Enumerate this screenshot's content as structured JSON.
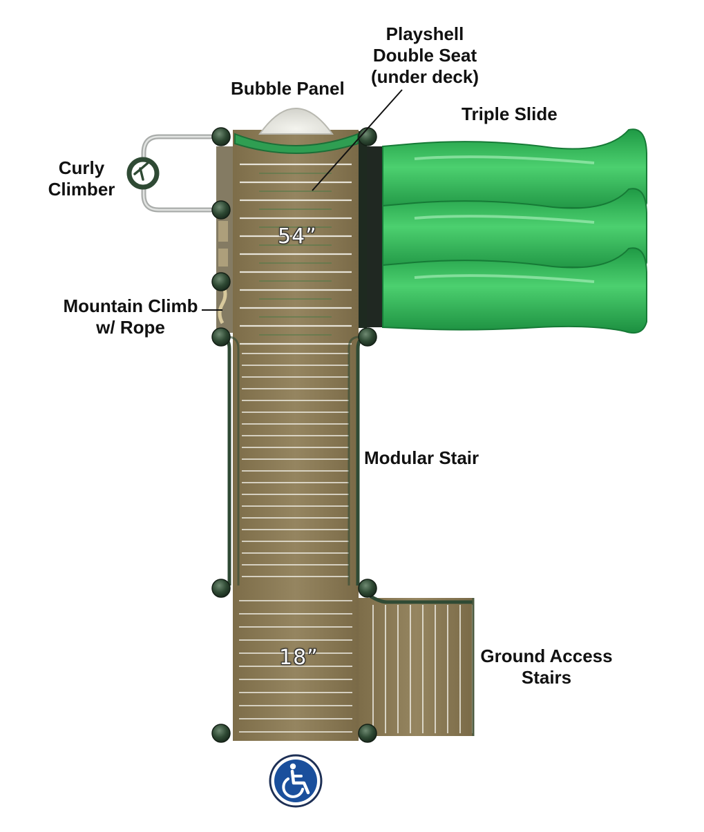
{
  "labels": {
    "playshell": [
      "Playshell",
      "Double Seat",
      "(under deck)"
    ],
    "bubble_panel": "Bubble Panel",
    "triple_slide": "Triple Slide",
    "curly_climber": [
      "Curly",
      "Climber"
    ],
    "mountain_climb": [
      "Mountain Climb",
      "w/ Rope"
    ],
    "modular_stair": "Modular Stair",
    "ground_access": [
      "Ground Access",
      "Stairs"
    ]
  },
  "decks": {
    "upper_height": "54”",
    "lower_height": "18”"
  },
  "icons": {
    "accessibility": "wheelchair-icon"
  },
  "colors": {
    "deck_wood": "#8a7a55",
    "deck_plank_line": "#f2f0e8",
    "frame_green": "#2f4a34",
    "slide_green": "#2eb055",
    "accessibility_blue": "#1a4f9c"
  }
}
